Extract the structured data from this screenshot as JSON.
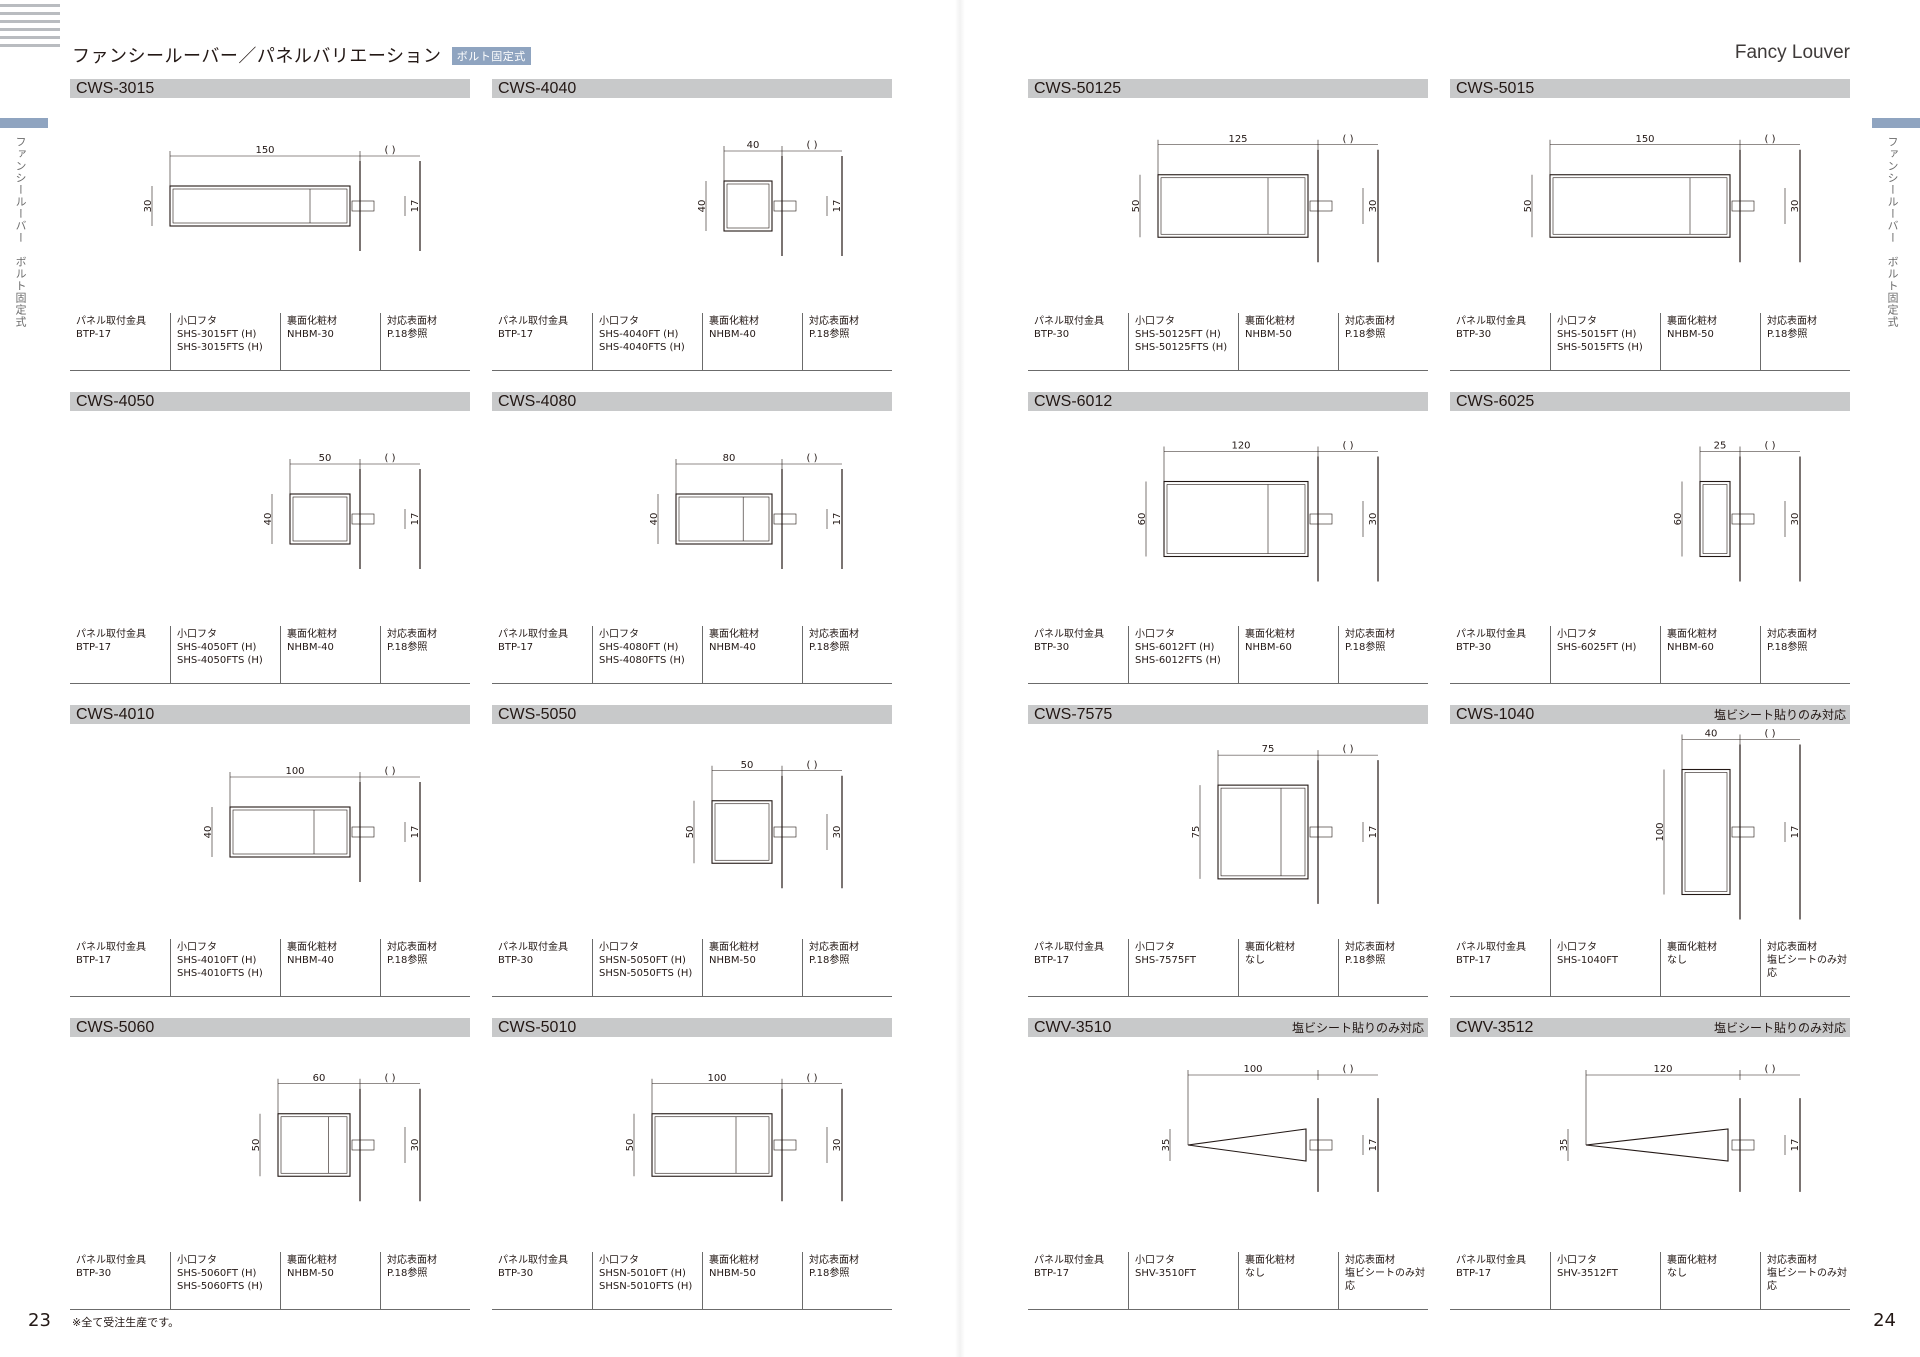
{
  "header": {
    "title": "ファンシールーバー／パネルバリエーション",
    "badge": "ボルト固定式",
    "brand": "Fancy Louver"
  },
  "side_tab": {
    "left": "ファンシールーバー　ボルト固定式",
    "right": "ファンシールーバー　ボルト固定式"
  },
  "page_numbers": {
    "left": "23",
    "right": "24"
  },
  "footnote": "※全て受注生産です。",
  "spec_headers": {
    "bracket": "パネル取付金具",
    "cap": "小口フタ",
    "backing": "裏面化粧材",
    "surface": "対応表面材"
  },
  "cards": [
    {
      "model": "CWS-3015",
      "note": "",
      "w": "150",
      "h": "30",
      "g": "17",
      "bracket": "BTP-17",
      "cap": [
        "SHS-3015FT (H)",
        "SHS-3015FTS (H)"
      ],
      "backing": "NHBM-30",
      "surface": "P.18参照"
    },
    {
      "model": "CWS-4040",
      "note": "",
      "w": "40",
      "h": "40",
      "g": "17",
      "bracket": "BTP-17",
      "cap": [
        "SHS-4040FT (H)",
        "SHS-4040FTS (H)"
      ],
      "backing": "NHBM-40",
      "surface": "P.18参照"
    },
    {
      "model": "CWS-50125",
      "note": "",
      "w": "125",
      "h": "50",
      "g": "30",
      "bracket": "BTP-30",
      "cap": [
        "SHS-50125FT (H)",
        "SHS-50125FTS (H)"
      ],
      "backing": "NHBM-50",
      "surface": "P.18参照"
    },
    {
      "model": "CWS-5015",
      "note": "",
      "w": "150",
      "h": "50",
      "g": "30",
      "bracket": "BTP-30",
      "cap": [
        "SHS-5015FT (H)",
        "SHS-5015FTS (H)"
      ],
      "backing": "NHBM-50",
      "surface": "P.18参照"
    },
    {
      "model": "CWS-4050",
      "note": "",
      "w": "50",
      "h": "40",
      "g": "17",
      "bracket": "BTP-17",
      "cap": [
        "SHS-4050FT (H)",
        "SHS-4050FTS (H)"
      ],
      "backing": "NHBM-40",
      "surface": "P.18参照"
    },
    {
      "model": "CWS-4080",
      "note": "",
      "w": "80",
      "h": "40",
      "g": "17",
      "bracket": "BTP-17",
      "cap": [
        "SHS-4080FT (H)",
        "SHS-4080FTS (H)"
      ],
      "backing": "NHBM-40",
      "surface": "P.18参照"
    },
    {
      "model": "CWS-6012",
      "note": "",
      "w": "120",
      "h": "60",
      "g": "30",
      "bracket": "BTP-30",
      "cap": [
        "SHS-6012FT (H)",
        "SHS-6012FTS (H)"
      ],
      "backing": "NHBM-60",
      "surface": "P.18参照"
    },
    {
      "model": "CWS-6025",
      "note": "",
      "w": "25",
      "h": "60",
      "g": "30",
      "bracket": "BTP-30",
      "cap": [
        "SHS-6025FT (H)"
      ],
      "backing": "NHBM-60",
      "surface": "P.18参照"
    },
    {
      "model": "CWS-4010",
      "note": "",
      "w": "100",
      "h": "40",
      "g": "17",
      "bracket": "BTP-17",
      "cap": [
        "SHS-4010FT (H)",
        "SHS-4010FTS (H)"
      ],
      "backing": "NHBM-40",
      "surface": "P.18参照"
    },
    {
      "model": "CWS-5050",
      "note": "",
      "w": "50",
      "h": "50",
      "g": "30",
      "bracket": "BTP-30",
      "cap": [
        "SHSN-5050FT (H)",
        "SHSN-5050FTS (H)"
      ],
      "backing": "NHBM-50",
      "surface": "P.18参照"
    },
    {
      "model": "CWS-7575",
      "note": "",
      "w": "75",
      "h": "75",
      "g": "17",
      "bracket": "BTP-17",
      "cap": [
        "SHS-7575FT"
      ],
      "backing": "なし",
      "surface": "P.18参照"
    },
    {
      "model": "CWS-1040",
      "note": "塩ビシート貼りのみ対応",
      "w": "40",
      "h": "100",
      "g": "17",
      "bracket": "BTP-17",
      "cap": [
        "SHS-1040FT"
      ],
      "backing": "なし",
      "surface": "塩ビシートのみ対応"
    },
    {
      "model": "CWS-5060",
      "note": "",
      "w": "60",
      "h": "50",
      "g": "30",
      "bracket": "BTP-30",
      "cap": [
        "SHS-5060FT (H)",
        "SHS-5060FTS (H)"
      ],
      "backing": "NHBM-50",
      "surface": "P.18参照"
    },
    {
      "model": "CWS-5010",
      "note": "",
      "w": "100",
      "h": "50",
      "g": "30",
      "bracket": "BTP-30",
      "cap": [
        "SHSN-5010FT (H)",
        "SHSN-5010FTS (H)"
      ],
      "backing": "NHBM-50",
      "surface": "P.18参照"
    },
    {
      "model": "CWV-3510",
      "note": "塩ビシート貼りのみ対応",
      "w": "100",
      "h": "35",
      "g": "17",
      "bracket": "BTP-17",
      "cap": [
        "SHV-3510FT"
      ],
      "backing": "なし",
      "surface": "塩ビシートのみ対応"
    },
    {
      "model": "CWV-3512",
      "note": "塩ビシート貼りのみ対応",
      "w": "120",
      "h": "35",
      "g": "17",
      "bracket": "BTP-17",
      "cap": [
        "SHV-3512FT"
      ],
      "backing": "なし",
      "surface": "塩ビシートのみ対応"
    }
  ]
}
